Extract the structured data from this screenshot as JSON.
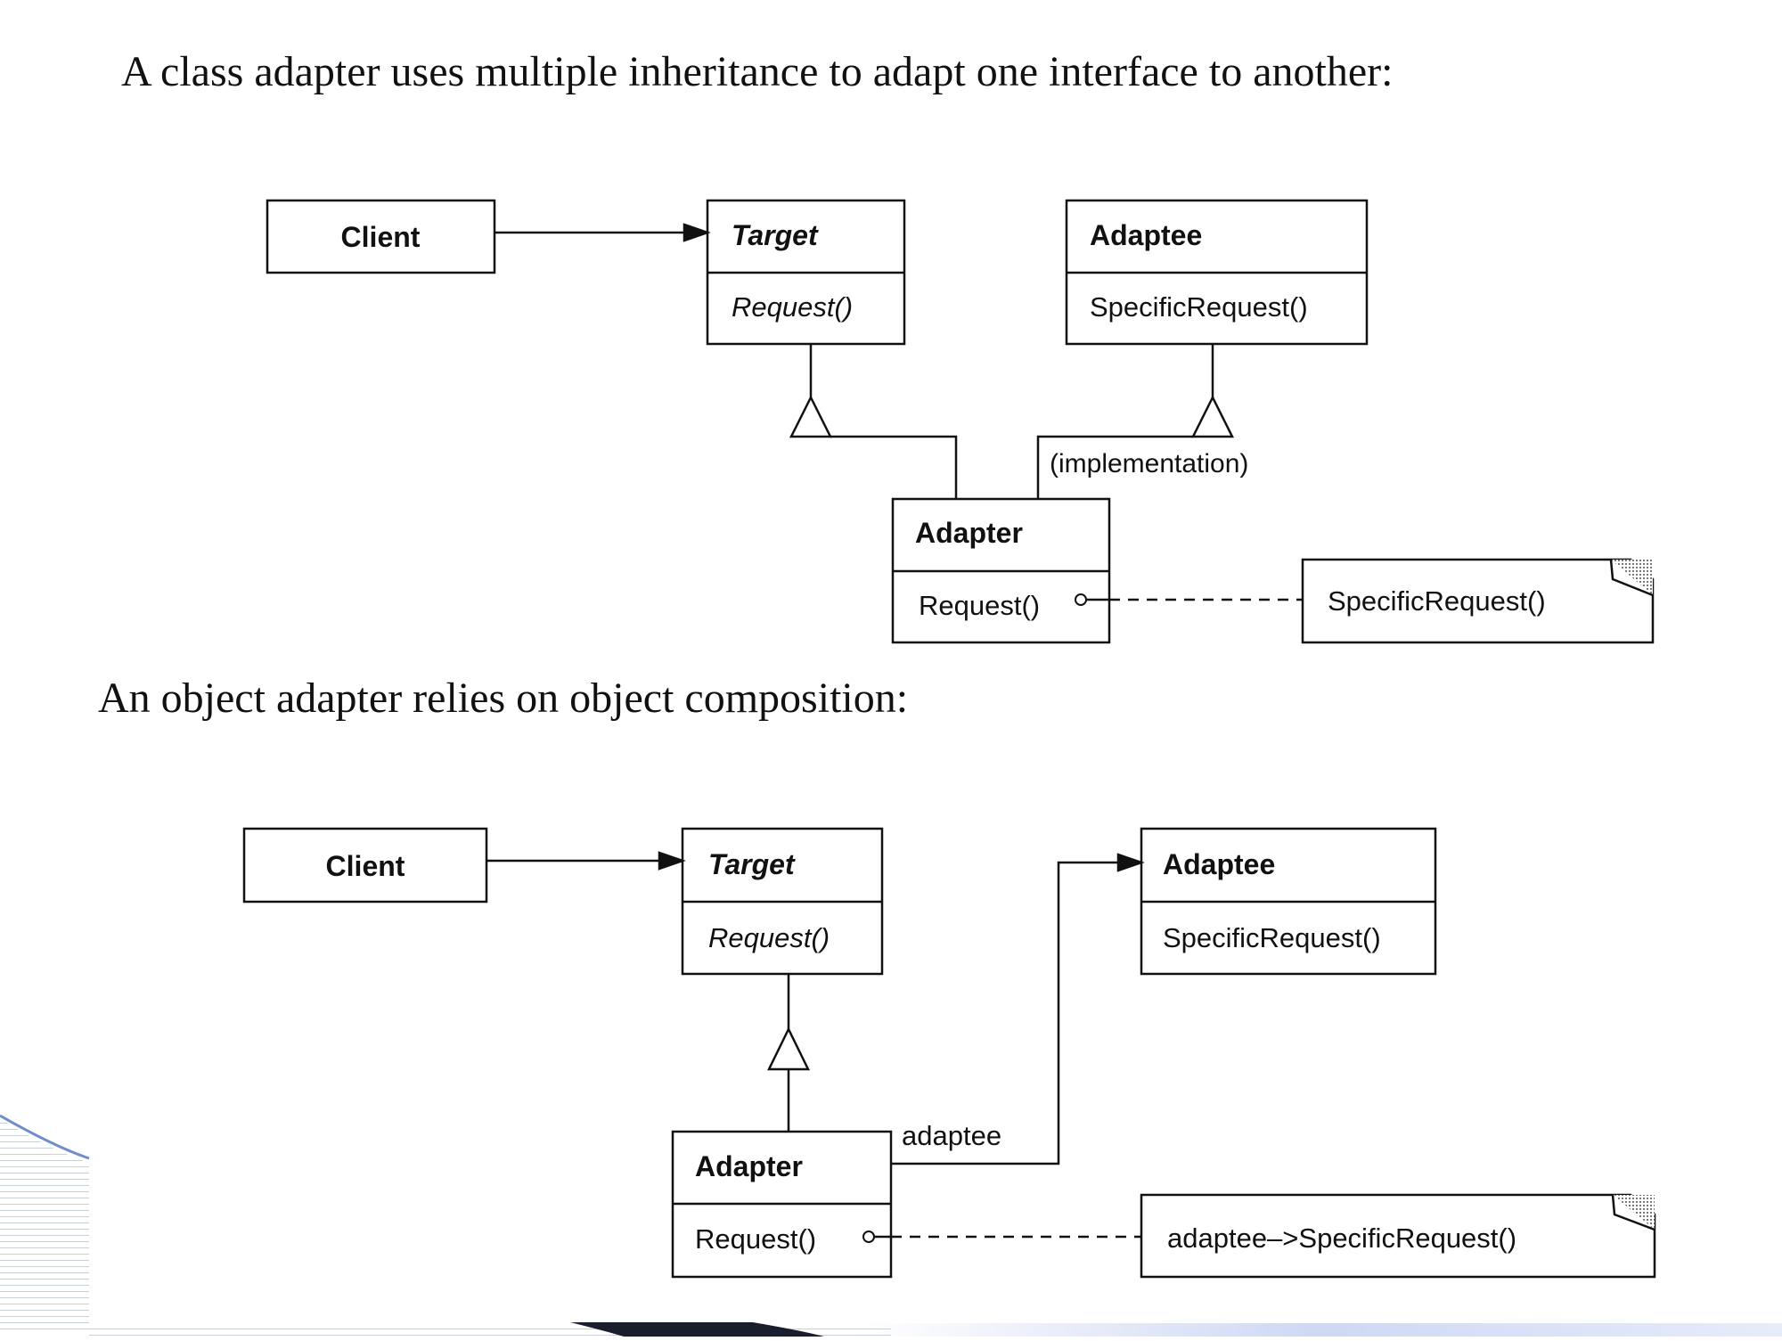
{
  "headings": {
    "class_adapter": "A class adapter uses multiple inheritance to adapt one interface to another:",
    "object_adapter": "An object adapter relies on object composition:"
  },
  "class_diagram": {
    "client": "Client",
    "target": {
      "name": "Target",
      "operation": "Request()"
    },
    "adaptee": {
      "name": "Adaptee",
      "operation": "SpecificRequest()"
    },
    "adapter": {
      "name": "Adapter",
      "operation": "Request()"
    },
    "implementation_label": "(implementation)",
    "note": "SpecificRequest()"
  },
  "object_diagram": {
    "client": "Client",
    "target": {
      "name": "Target",
      "operation": "Request()"
    },
    "adaptee": {
      "name": "Adaptee",
      "operation": "SpecificRequest()"
    },
    "adapter": {
      "name": "Adapter",
      "operation": "Request()"
    },
    "adaptee_label": "adaptee",
    "note": "adaptee–>SpecificRequest()"
  },
  "colors": {
    "ink": "#111111",
    "background": "#ffffff",
    "hatch": "#c8d0dc",
    "band_dark": "#1a1d2e",
    "band_light": "#cfd8f4"
  },
  "decorations": {
    "bottom_left": "hatched-corner-swoosh"
  }
}
